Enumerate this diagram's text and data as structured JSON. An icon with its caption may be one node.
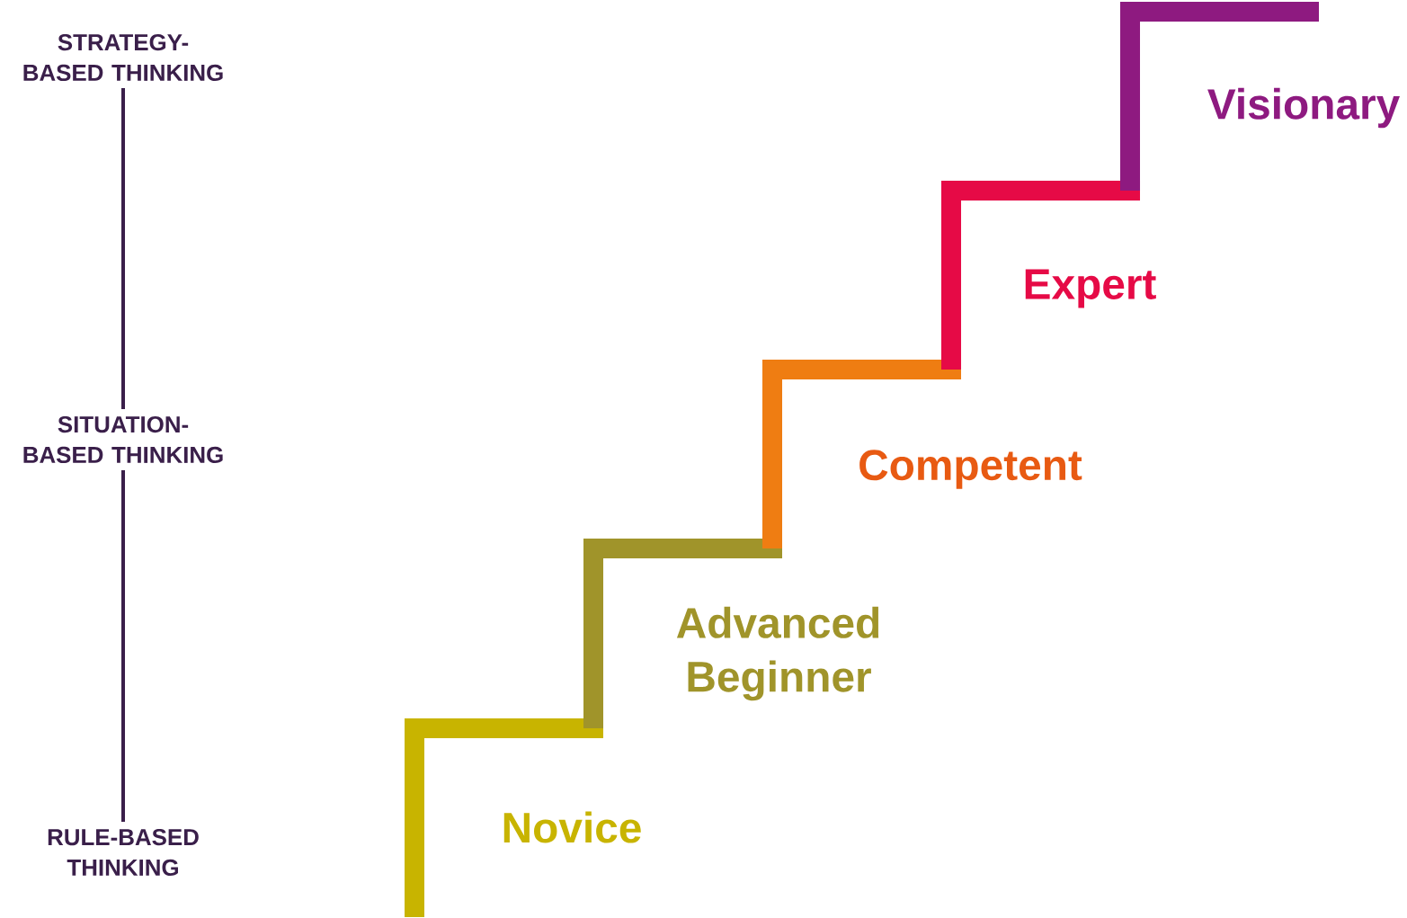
{
  "diagram": {
    "nodes": [
      {
        "text": [
          "STRATEGY-BASED THINKING"
        ]
      },
      {
        "text": [
          "SITUATION-BASED THINKING"
        ]
      },
      {
        "text": [
          "RULE-BASED THINKING"
        ]
      }
    ],
    "edges": [
      {
        "from": 0,
        "to": 1,
        "arrow": "none"
      },
      {
        "from": 1,
        "to": 2,
        "arrow": "none"
      }
    ],
    "labels": [
      "Visionary",
      "Expert",
      "Competent",
      "Advanced Beginner",
      "Novice"
    ]
  }
}
